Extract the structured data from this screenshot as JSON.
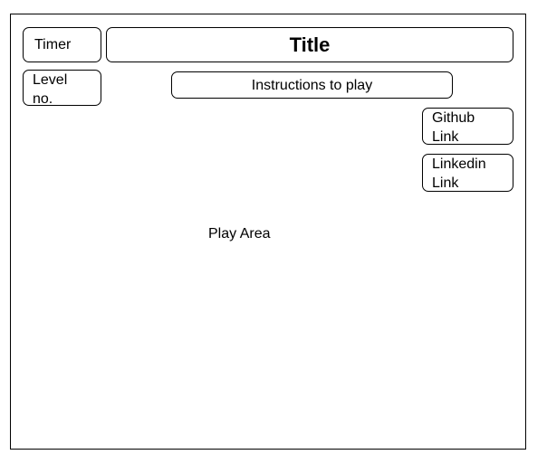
{
  "wireframe": {
    "timer_label": "Timer",
    "title_label": "Title",
    "level_label": "Level\nno.",
    "instructions_label": "Instructions to play",
    "github_label": "Github\nLink",
    "linkedin_label": "Linkedin\nLink",
    "play_area_label": "Play Area"
  }
}
